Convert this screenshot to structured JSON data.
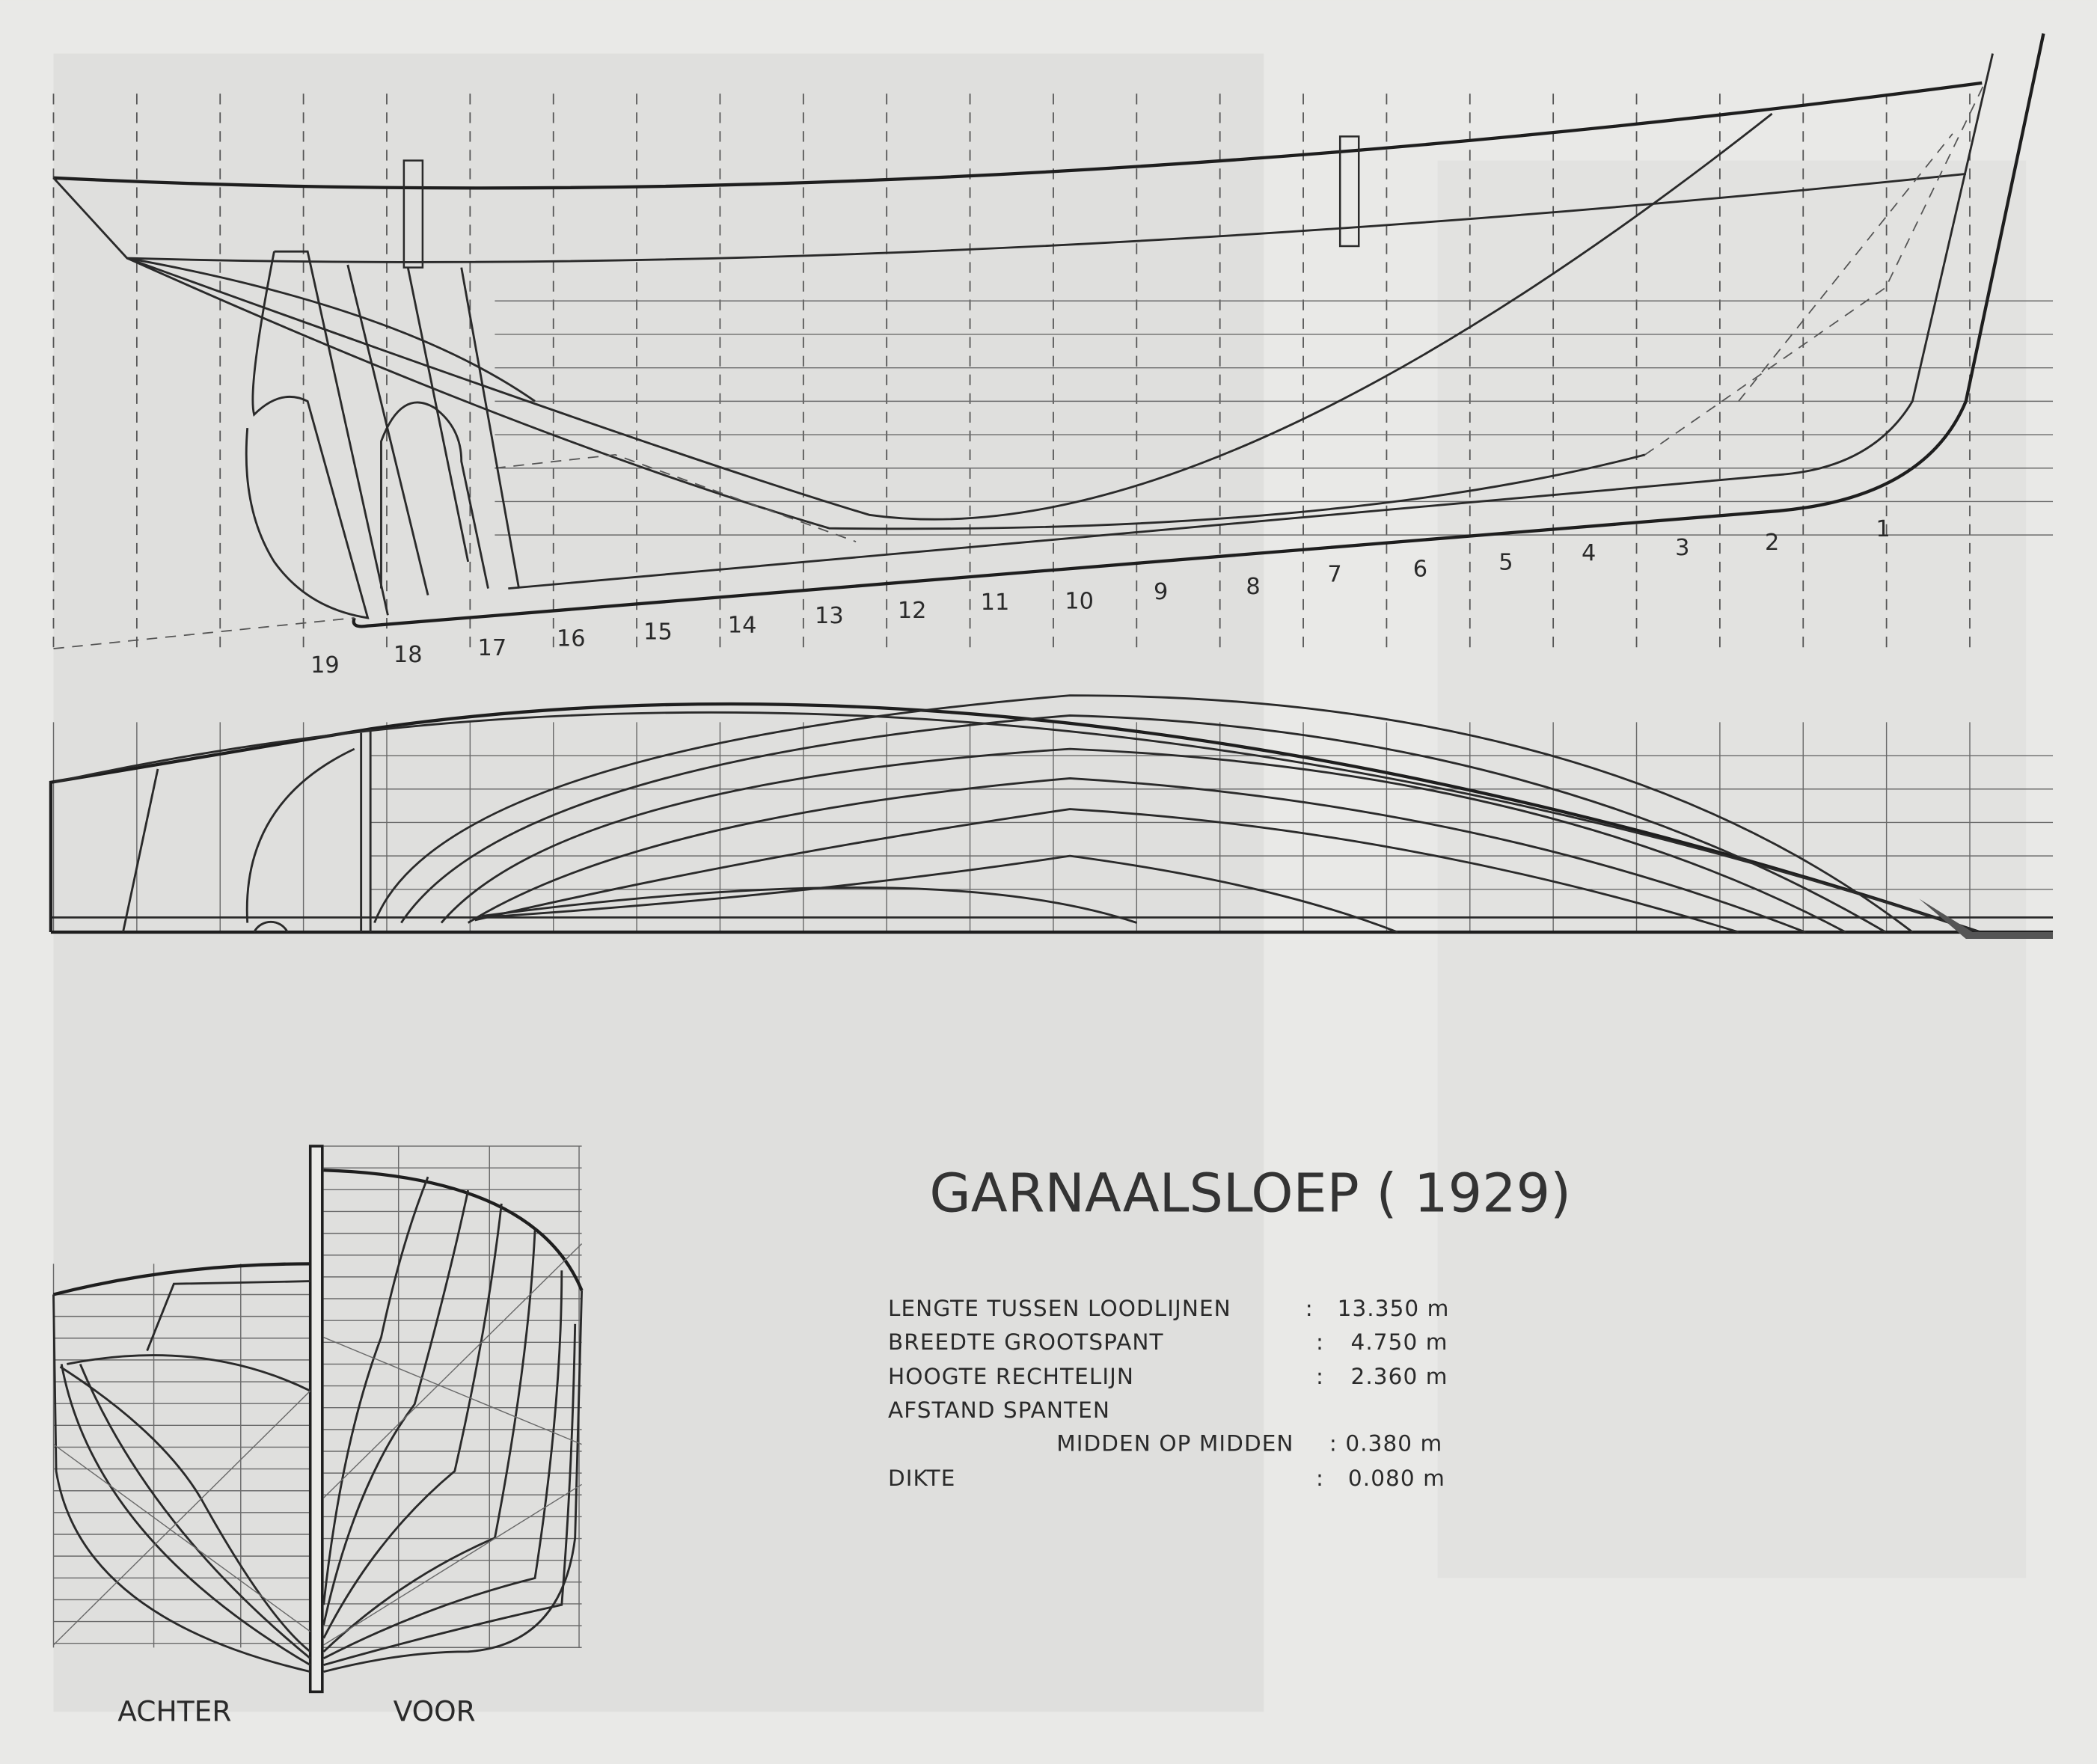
{
  "title": "GARNAALSLOEP ( 1929)",
  "specs": [
    {
      "label": "LENGTE  TUSSEN  LOODLIJNEN",
      "sep": ":",
      "value": "13.350 m"
    },
    {
      "label": "BREEDTE   GROOTSPANT",
      "sep": ":",
      "value": "4.750 m"
    },
    {
      "label": "HOOGTE   RECHTELIJN",
      "sep": ":",
      "value": "2.360 m"
    },
    {
      "label": "AFSTAND  SPANTEN",
      "sep": "",
      "value": ""
    },
    {
      "label": "MIDDEN  OP  MIDDEN",
      "sep": ":",
      "value": "0.380 m"
    },
    {
      "label": "DIKTE",
      "sep": ":",
      "value": "0.080 m"
    }
  ],
  "stations": [
    "1",
    "2",
    "3",
    "4",
    "5",
    "6",
    "7",
    "8",
    "9",
    "10",
    "11",
    "12",
    "13",
    "14",
    "15",
    "16",
    "17",
    "18",
    "19"
  ],
  "body_plan": {
    "left_label": "ACHTER",
    "right_label": "VOOR"
  }
}
